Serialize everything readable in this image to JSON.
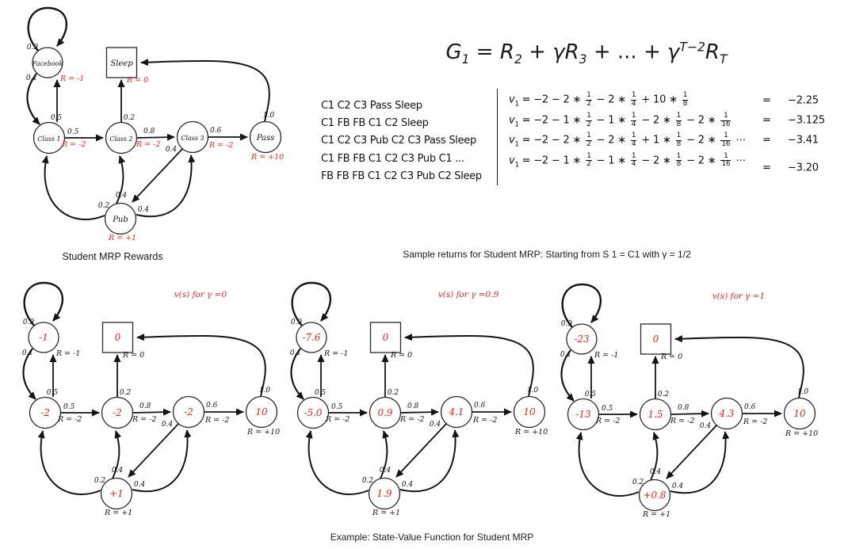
{
  "captions": {
    "rewards": "Student MRP Rewards",
    "sample_returns": "Sample returns for Student MRP: Starting from S 1 = C1 with γ = 1/2",
    "value_function": "Example: State-Value Function for Student MRP"
  },
  "formula": {
    "tokens": [
      {
        "t": "G",
        "sub": "1",
        "it": true
      },
      {
        "t": " = "
      },
      {
        "t": "R",
        "sub": "2",
        "it": true
      },
      {
        "t": " + "
      },
      {
        "t": "γR",
        "sub": "3",
        "it": true
      },
      {
        "t": " + ... + "
      },
      {
        "t": "γ",
        "sup": "T−2",
        "it": true
      },
      {
        "t": "R",
        "sub": "T",
        "it": true
      }
    ]
  },
  "returns_table": {
    "episodes": [
      "C1 C2 C3 Pass Sleep",
      "C1 FB FB C1 C2 Sleep",
      "C1 C2 C3 Pub C2 C3 Pass Sleep",
      "C1 FB FB C1 C2 C3 Pub C1 ...",
      "FB FB FB C1 C2 C3 Pub C2 Sleep"
    ],
    "rows": [
      {
        "var": "v",
        "sub": "1",
        "body": [
          "= −2 − 2 ∗ ",
          {
            "n": "1",
            "d": "2"
          },
          " − 2 ∗ ",
          {
            "n": "1",
            "d": "4"
          },
          " + 10 ∗ ",
          {
            "n": "1",
            "d": "8"
          }
        ],
        "result": "−2.25",
        "shift": false
      },
      {
        "var": "v",
        "sub": "1",
        "body": [
          "= −2 − 1 ∗ ",
          {
            "n": "1",
            "d": "2"
          },
          " − 1 ∗ ",
          {
            "n": "1",
            "d": "4"
          },
          " − 2 ∗ ",
          {
            "n": "1",
            "d": "8"
          },
          " − 2 ∗ ",
          {
            "n": "1",
            "d": "16"
          }
        ],
        "result": "−3.125",
        "shift": false
      },
      {
        "var": "v",
        "sub": "1",
        "body": [
          "= −2 − 2 ∗ ",
          {
            "n": "1",
            "d": "2"
          },
          " − 2 ∗ ",
          {
            "n": "1",
            "d": "4"
          },
          " + 1 ∗ ",
          {
            "n": "1",
            "d": "8"
          },
          " − 2 ∗ ",
          {
            "n": "1",
            "d": "16"
          },
          " ⋯"
        ],
        "result": "−3.41",
        "shift": false
      },
      {
        "var": "v",
        "sub": "1",
        "body": [
          "= −2 − 1 ∗ ",
          {
            "n": "1",
            "d": "2"
          },
          " − 1 ∗ ",
          {
            "n": "1",
            "d": "4"
          },
          " − 2 ∗ ",
          {
            "n": "1",
            "d": "8"
          },
          " − 2 ∗ ",
          {
            "n": "1",
            "d": "16"
          },
          " ⋯"
        ],
        "result": "−3.20",
        "shift": true
      }
    ]
  },
  "mrp": {
    "probabilities": {
      "fb_fb": "0.9",
      "fb_c1": "0.1",
      "c1_fb": "0.5",
      "c1_c2": "0.5",
      "c2_sleep": "0.2",
      "c2_c3": "0.8",
      "c3_pass": "0.6",
      "c3_pub": "0.4",
      "pass_sleep": "1.0",
      "pub_c1": "0.2",
      "pub_c2": "0.4",
      "pub_c3": "0.4"
    },
    "rewards": {
      "fb": "R = -1",
      "sleep": "R = 0",
      "c1": "R = -2",
      "c2": "R = -2",
      "c3": "R = -2",
      "pass": "R = +10",
      "pub": "R = +1"
    },
    "diagrams": [
      {
        "name": "student-mrp-rewards",
        "title": "",
        "label_type": "name",
        "labels": {
          "fb": "Facebook",
          "sleep": "Sleep",
          "c1": "Class 1",
          "c2": "Class 2",
          "c3": "Class 3",
          "pass": "Pass",
          "pub": "Pub"
        }
      },
      {
        "name": "value-function-gamma-0",
        "title": "v(s) for γ =0",
        "label_type": "value",
        "labels": {
          "fb": "-1",
          "sleep": "0",
          "c1": "-2",
          "c2": "-2",
          "c3": "-2",
          "pass": "10",
          "pub": "+1"
        }
      },
      {
        "name": "value-function-gamma-0.9",
        "title": "v(s) for γ =0.9",
        "label_type": "value",
        "labels": {
          "fb": "-7.6",
          "sleep": "0",
          "c1": "-5.0",
          "c2": "0.9",
          "c3": "4.1",
          "pass": "10",
          "pub": "1.9"
        }
      },
      {
        "name": "value-function-gamma-1",
        "title": "v(s) for γ =1",
        "label_type": "value",
        "labels": {
          "fb": "-23",
          "sleep": "0",
          "c1": "-13",
          "c2": "1.5",
          "c3": "4.3",
          "pass": "10",
          "pub": "+0.8"
        }
      }
    ]
  },
  "colors": {
    "accent_red": "#e8261c",
    "ink": "#151515"
  }
}
